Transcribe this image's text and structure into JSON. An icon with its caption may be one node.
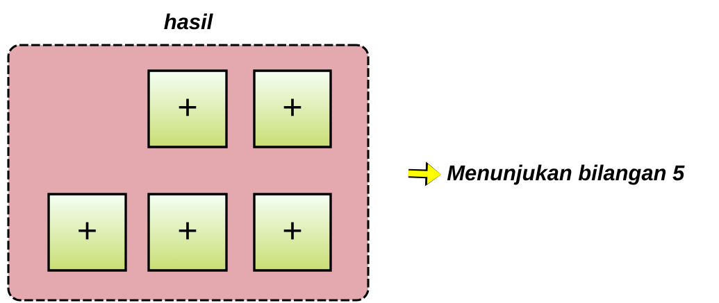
{
  "diagram": {
    "nodes": [
      {
        "text": [
          "hasil"
        ]
      },
      {
        "text": [
          "+"
        ],
        "in": 0
      },
      {
        "text": [
          "+"
        ],
        "in": 0
      },
      {
        "text": [
          "+"
        ],
        "in": 0
      },
      {
        "text": [
          "+"
        ],
        "in": 0
      },
      {
        "text": [
          "+"
        ],
        "in": 0
      },
      {
        "text": [
          "Menunjukan bilangan 5"
        ]
      }
    ],
    "edges": [
      {
        "from": null,
        "to": 6,
        "arrow": "to"
      }
    ]
  }
}
